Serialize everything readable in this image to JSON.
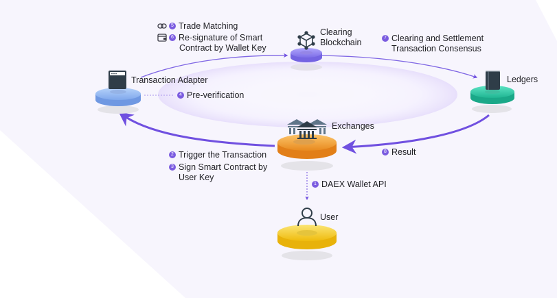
{
  "diagram": {
    "colors": {
      "arrow": "#7050e0",
      "badge": "#7b5ce0",
      "adapter_disc": "#8ab4f0",
      "blockchain_disc": "#8a7cf0",
      "ledgers_disc": "#2ec9a8",
      "exchanges_disc": "#f0a030",
      "user_disc": "#f5cc1c",
      "icon_dark": "#2f3d48",
      "background_panel": "#f7f5fd"
    },
    "nodes": {
      "clearing_blockchain": {
        "label_line1": "Clearing",
        "label_line2": "Blockchain",
        "icon": "cube-network-icon"
      },
      "ledgers": {
        "label": "Ledgers",
        "icon": "book-icon"
      },
      "transaction_adapter": {
        "label": "Transaction Adapter",
        "icon": "browser-window-icon"
      },
      "exchanges": {
        "label": "Exchanges",
        "icon": "bank-buildings-icon"
      },
      "user": {
        "label": "User",
        "icon": "user-icon"
      }
    },
    "steps": {
      "trade_matching": {
        "number": "5",
        "text": "Trade Matching",
        "icon": "link-icon"
      },
      "resignature": {
        "number": "6",
        "line1": "Re-signature of Smart",
        "line2": "Contract by Wallet Key",
        "icon": "wallet-icon"
      },
      "clearing_settlement": {
        "number": "7",
        "line1": "Clearing and Settlement",
        "line2": "Transaction Consensus"
      },
      "pre_verification": {
        "number": "4",
        "text": "Pre-verification"
      },
      "trigger": {
        "number": "2",
        "text": "Trigger the Transaction"
      },
      "sign": {
        "number": "3",
        "line1": "Sign Smart Contract by",
        "line2": "User Key"
      },
      "result": {
        "number": "8",
        "text": "Result"
      },
      "wallet_api": {
        "number": "1",
        "text": "DAEX Wallet API"
      }
    }
  }
}
